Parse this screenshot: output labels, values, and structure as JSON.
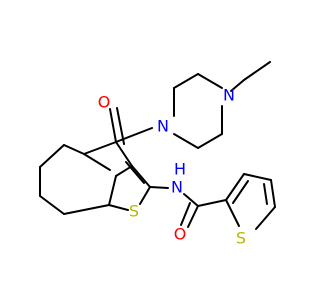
{
  "molecule": {
    "atom_labels": {
      "o_carbonyl_top": "O",
      "n_piperazine_1": "N",
      "n_piperazine_4": "N",
      "n_amide": "N",
      "h_amide": "H",
      "s_benzothiophene": "S",
      "o_carbonyl_bottom": "O",
      "s_thiophene": "S"
    },
    "colors": {
      "bond": "#000000",
      "oxygen": "#ff0000",
      "nitrogen": "#0000ff",
      "sulfur": "#b8b800"
    }
  }
}
